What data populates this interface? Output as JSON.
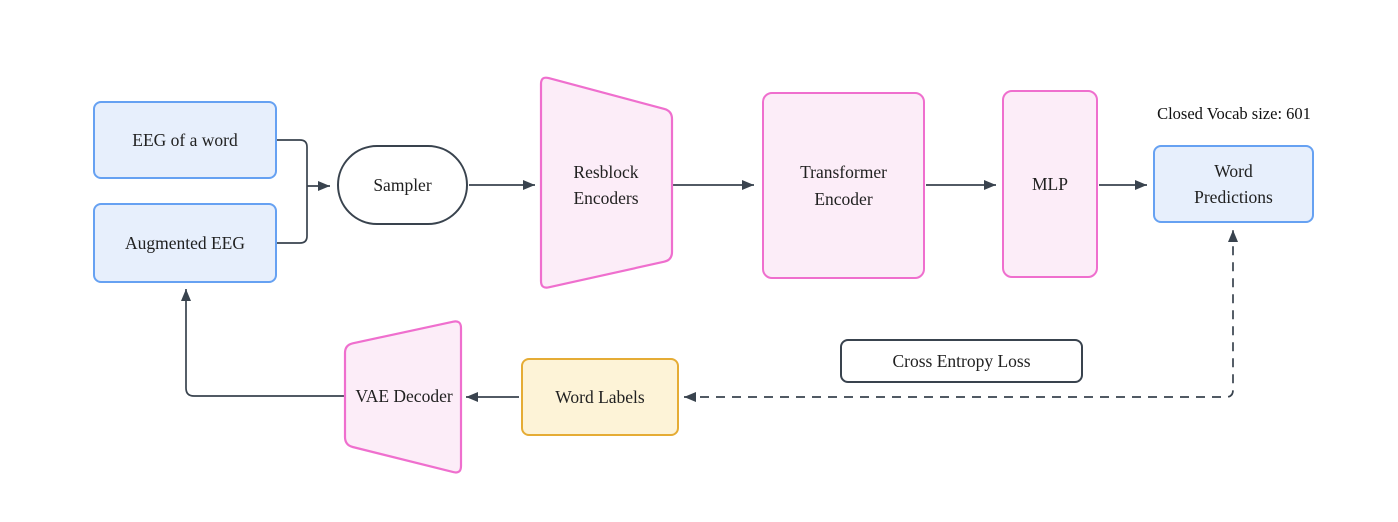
{
  "diagram": {
    "background": "#ffffff",
    "nodes": {
      "eeg_word": {
        "label": "EEG of a word",
        "shape": "rounded-rect",
        "color": "blue"
      },
      "augmented_eeg": {
        "label": "Augmented EEG",
        "shape": "rounded-rect",
        "color": "blue"
      },
      "sampler": {
        "label": "Sampler",
        "shape": "stadium",
        "color": "white"
      },
      "resblock": {
        "label": "Resblock Encoders",
        "shape": "trapezoid-narrowing-right",
        "color": "pink"
      },
      "transformer": {
        "label": "Transformer Encoder",
        "shape": "rounded-rect",
        "color": "pink"
      },
      "mlp": {
        "label": "MLP",
        "shape": "rounded-rect",
        "color": "pink"
      },
      "word_predictions": {
        "label": "Word Predictions",
        "shape": "rounded-rect",
        "color": "blue"
      },
      "cross_entropy": {
        "label": "Cross Entropy Loss",
        "shape": "rounded-rect",
        "color": "white"
      },
      "word_labels": {
        "label": "Word Labels",
        "shape": "rounded-rect",
        "color": "yellow"
      },
      "vae_decoder": {
        "label": "VAE Decoder",
        "shape": "trapezoid-widening-right",
        "color": "pink"
      }
    },
    "annotations": {
      "closed_vocab": {
        "label": "Closed Vocab size: 601"
      }
    },
    "edges": [
      {
        "from": "eeg_word",
        "to": "sampler",
        "style": "solid"
      },
      {
        "from": "augmented_eeg",
        "to": "sampler",
        "style": "solid"
      },
      {
        "from": "sampler",
        "to": "resblock",
        "style": "solid"
      },
      {
        "from": "resblock",
        "to": "transformer",
        "style": "solid"
      },
      {
        "from": "transformer",
        "to": "mlp",
        "style": "solid"
      },
      {
        "from": "mlp",
        "to": "word_predictions",
        "style": "solid"
      },
      {
        "from": "word_predictions",
        "to": "word_labels",
        "style": "dashed-double-arrow",
        "label": "Cross Entropy Loss"
      },
      {
        "from": "word_labels",
        "to": "vae_decoder",
        "style": "solid"
      },
      {
        "from": "vae_decoder",
        "to": "augmented_eeg",
        "style": "solid"
      }
    ],
    "colors": {
      "blue_fill": "#e7effc",
      "blue_stroke": "#66a1f2",
      "pink_fill": "#fcedf8",
      "pink_stroke": "#ef6fce",
      "yellow_fill": "#fdf3d7",
      "yellow_stroke": "#e5ac35",
      "line_stroke": "#39434e",
      "text": "#212121"
    }
  }
}
